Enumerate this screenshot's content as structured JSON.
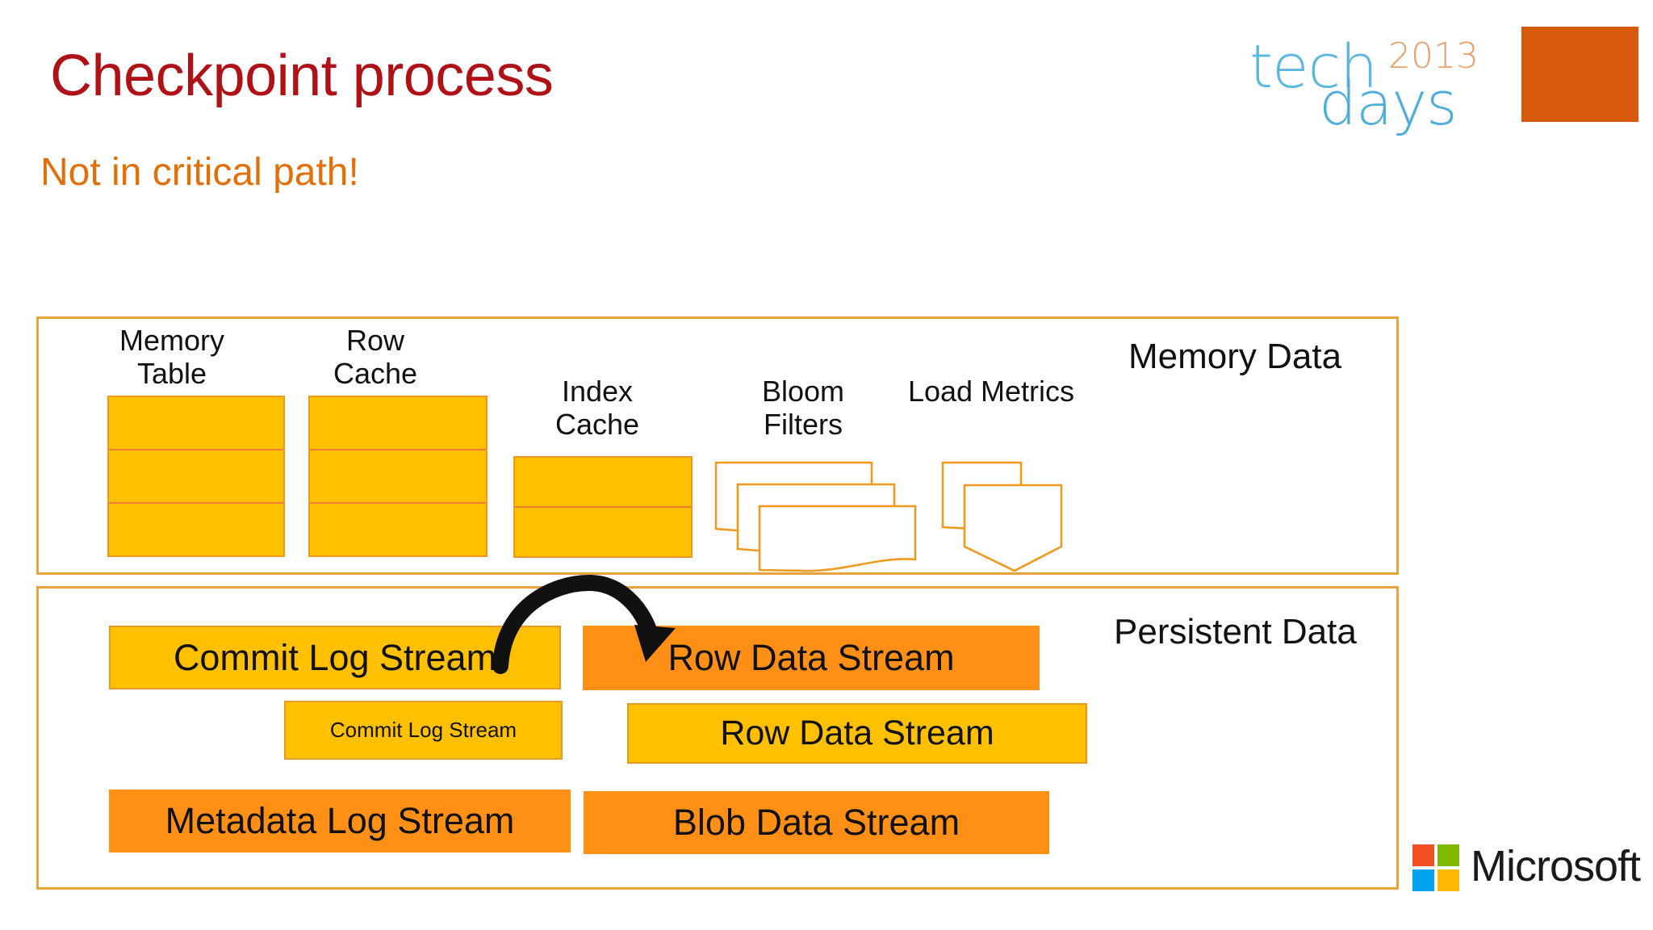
{
  "slide": {
    "title": "Checkpoint process",
    "subtitle": "Not in critical path!"
  },
  "branding": {
    "techdays": {
      "tech": "tech",
      "days": "days",
      "year": "2013",
      "square_color": "#D9590C",
      "text_color": "#4FADDC",
      "year_color": "#E8A06A"
    },
    "microsoft": {
      "wordmark": "Microsoft",
      "tile_colors": [
        "#F25022",
        "#7FBA00",
        "#00A4EF",
        "#FFB900"
      ]
    }
  },
  "diagram": {
    "accent_border": "#E8A33D",
    "fill_yellow": "#FFC000",
    "fill_orange": "#FF9015",
    "memory": {
      "frame_label": "Memory Data",
      "components": [
        {
          "label": "Memory\nTable",
          "segments": 3,
          "type": "stack-box"
        },
        {
          "label": "Row\nCache",
          "segments": 3,
          "type": "stack-box"
        },
        {
          "label": "Index\nCache",
          "segments": 2,
          "type": "stack-box"
        },
        {
          "label": "Bloom\nFilters",
          "sheets": 3,
          "type": "doc-stack-wavy"
        },
        {
          "label": "Load Metrics",
          "sheets": 2,
          "type": "doc-stack-pointed"
        }
      ]
    },
    "persistent": {
      "frame_label": "Persistent Data",
      "left_column": [
        {
          "label": "Commit Log Stream",
          "fill": "yellow",
          "size": "large"
        },
        {
          "label": "Commit Log Stream",
          "fill": "yellow",
          "size": "small"
        },
        {
          "label": "Metadata Log Stream",
          "fill": "orange",
          "size": "large"
        }
      ],
      "right_column": [
        {
          "label": "Row Data Stream",
          "fill": "orange",
          "size": "large"
        },
        {
          "label": "Row Data Stream",
          "fill": "yellow",
          "size": "large"
        },
        {
          "label": "Blob Data Stream",
          "fill": "orange",
          "size": "large"
        }
      ]
    },
    "arrow": {
      "name": "checkpoint-flow-arrow",
      "from": "Commit Log Stream",
      "to": "Row Data Stream",
      "color": "#000000"
    }
  }
}
